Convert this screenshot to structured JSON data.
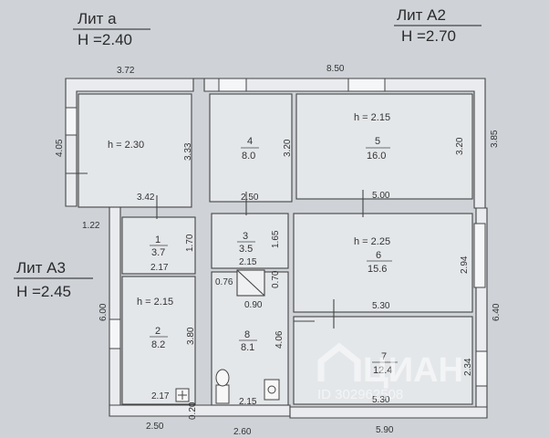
{
  "lit_a": {
    "name": "Лит  а",
    "height": "H =2.40"
  },
  "lit_a2": {
    "name": "Лит  А2",
    "height": "H =2.70"
  },
  "lit_a3": {
    "name": "Лит  А3",
    "height": "H =2.45"
  },
  "dims": {
    "top_left": "3.72",
    "top_right": "8.50",
    "left_top": "4.05",
    "left_mid": "6.00",
    "right_top": "3.85",
    "right_mid": "6.40",
    "wall_333": "3.33",
    "wall_320a": "3.20",
    "wall_320b": "3.20",
    "d342": "3.42",
    "d250": "2.50",
    "d500": "5.00",
    "d122": "1.22",
    "d170": "1.70",
    "d217a": "2.17",
    "d165": "1.65",
    "d215a": "2.15",
    "d294": "2.94",
    "d076": "0.76",
    "d070": "0.70",
    "d090": "0.90",
    "d530a": "5.30",
    "d380": "3.80",
    "d406": "4.06",
    "d234": "2.34",
    "d217b": "2.17",
    "d215b": "2.15",
    "d530b": "5.30",
    "d020": "0.20",
    "bottom_left": "2.50",
    "bottom_mid": "2.60",
    "bottom_right": "5.90"
  },
  "rooms": {
    "r_big": {
      "height": "h = 2.30"
    },
    "r4": {
      "num": "4",
      "area": "8.0"
    },
    "r5": {
      "height": "h = 2.15",
      "num": "5",
      "area": "16.0"
    },
    "r1": {
      "num": "1",
      "area": "3.7"
    },
    "r3": {
      "num": "3",
      "area": "3.5"
    },
    "r6": {
      "height": "h = 2.25",
      "num": "6",
      "area": "15.6"
    },
    "r2": {
      "height": "h = 2.15",
      "num": "2",
      "area": "8.2"
    },
    "r8": {
      "num": "8",
      "area": "8.1"
    },
    "r7": {
      "num": "7",
      "area": "12.4"
    }
  },
  "watermark": {
    "brand": "ЦИАН",
    "id": "ID 302962508"
  }
}
